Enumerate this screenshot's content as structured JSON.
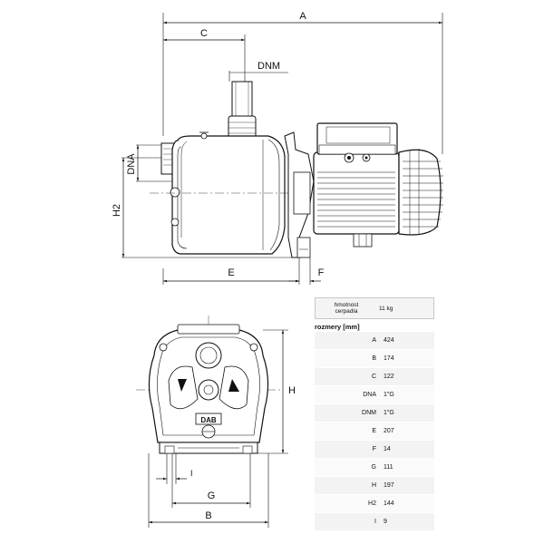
{
  "side_view": {
    "labels": {
      "a": "A",
      "c": "C",
      "dnm": "DNM",
      "dna": "DNA",
      "h2": "H2",
      "e": "E",
      "f": "F"
    }
  },
  "front_view": {
    "labels": {
      "h": "H",
      "i": "I",
      "g": "G",
      "b": "B"
    },
    "logo_text": "DAB"
  },
  "spec_table": {
    "weight_label_line1": "hmotnost",
    "weight_label_line2": "cerpadla",
    "weight_value": "11 kg",
    "title": "rozmery [mm]",
    "rows": [
      {
        "key": "A",
        "value": "424"
      },
      {
        "key": "B",
        "value": "174"
      },
      {
        "key": "C",
        "value": "122"
      },
      {
        "key": "DNA",
        "value": "1\"G"
      },
      {
        "key": "DNM",
        "value": "1\"G"
      },
      {
        "key": "E",
        "value": "207"
      },
      {
        "key": "F",
        "value": "14"
      },
      {
        "key": "G",
        "value": "111"
      },
      {
        "key": "H",
        "value": "197"
      },
      {
        "key": "H2",
        "value": "144"
      },
      {
        "key": "I",
        "value": "9"
      }
    ]
  }
}
